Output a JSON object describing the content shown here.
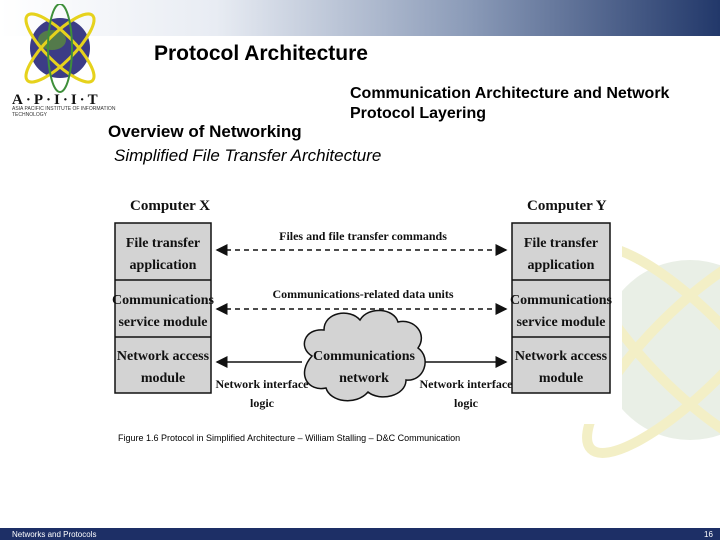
{
  "header": {
    "title": "Protocol Architecture",
    "subtitle_right": "Communication Architecture and Network Protocol Layering"
  },
  "logo": {
    "name": "A·P·I·I·T",
    "tagline": "ASIA PACIFIC INSTITUTE OF INFORMATION TECHNOLOGY"
  },
  "content": {
    "overview": "Overview of Networking",
    "subheading": "Simplified File Transfer Architecture"
  },
  "diagram": {
    "computer_x": "Computer X",
    "computer_y": "Computer Y",
    "layers_left": [
      [
        "File transfer",
        "application"
      ],
      [
        "Communications",
        "service module"
      ],
      [
        "Network access",
        "module"
      ]
    ],
    "layers_right": [
      [
        "File transfer",
        "application"
      ],
      [
        "Communications",
        "service module"
      ],
      [
        "Network access",
        "module"
      ]
    ],
    "arrow_labels": {
      "top": "Files and file transfer commands",
      "middle": "Communications-related data units"
    },
    "network": [
      "Communications",
      "network"
    ],
    "nic_left": [
      "Network interface",
      "logic"
    ],
    "nic_right": [
      "Network interface",
      "logic"
    ]
  },
  "caption": "Figure 1.6 Protocol in Simplified Architecture – William Stalling – D&C Communication",
  "footer": {
    "left": "Networks and Protocols",
    "page": "16"
  },
  "colors": {
    "footer_bar": "#1d2f66",
    "box_fill": "#d3d3d3",
    "globe": "#3c3c86",
    "orbit": "#e6d21c"
  }
}
